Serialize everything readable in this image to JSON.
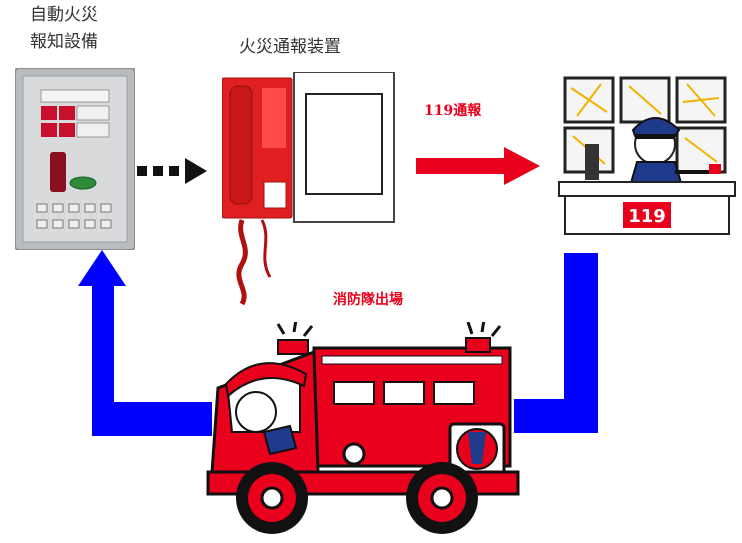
{
  "labels": {
    "fire_alarm_line1": "自動火災",
    "fire_alarm_line2": "報知設備",
    "fire_report_device": "火災通報装置",
    "call_119": "119通報",
    "dispatch": "消防隊出場",
    "center_number": "119"
  },
  "colors": {
    "red_arrow": "#e8001c",
    "blue_arrow": "#0000ff",
    "label_red": "#e8001c",
    "dots": "#111111"
  },
  "icons": [
    "fire-alarm-panel-icon",
    "fire-report-phone-icon",
    "fire-dispatch-center-icon",
    "fire-truck-icon"
  ]
}
